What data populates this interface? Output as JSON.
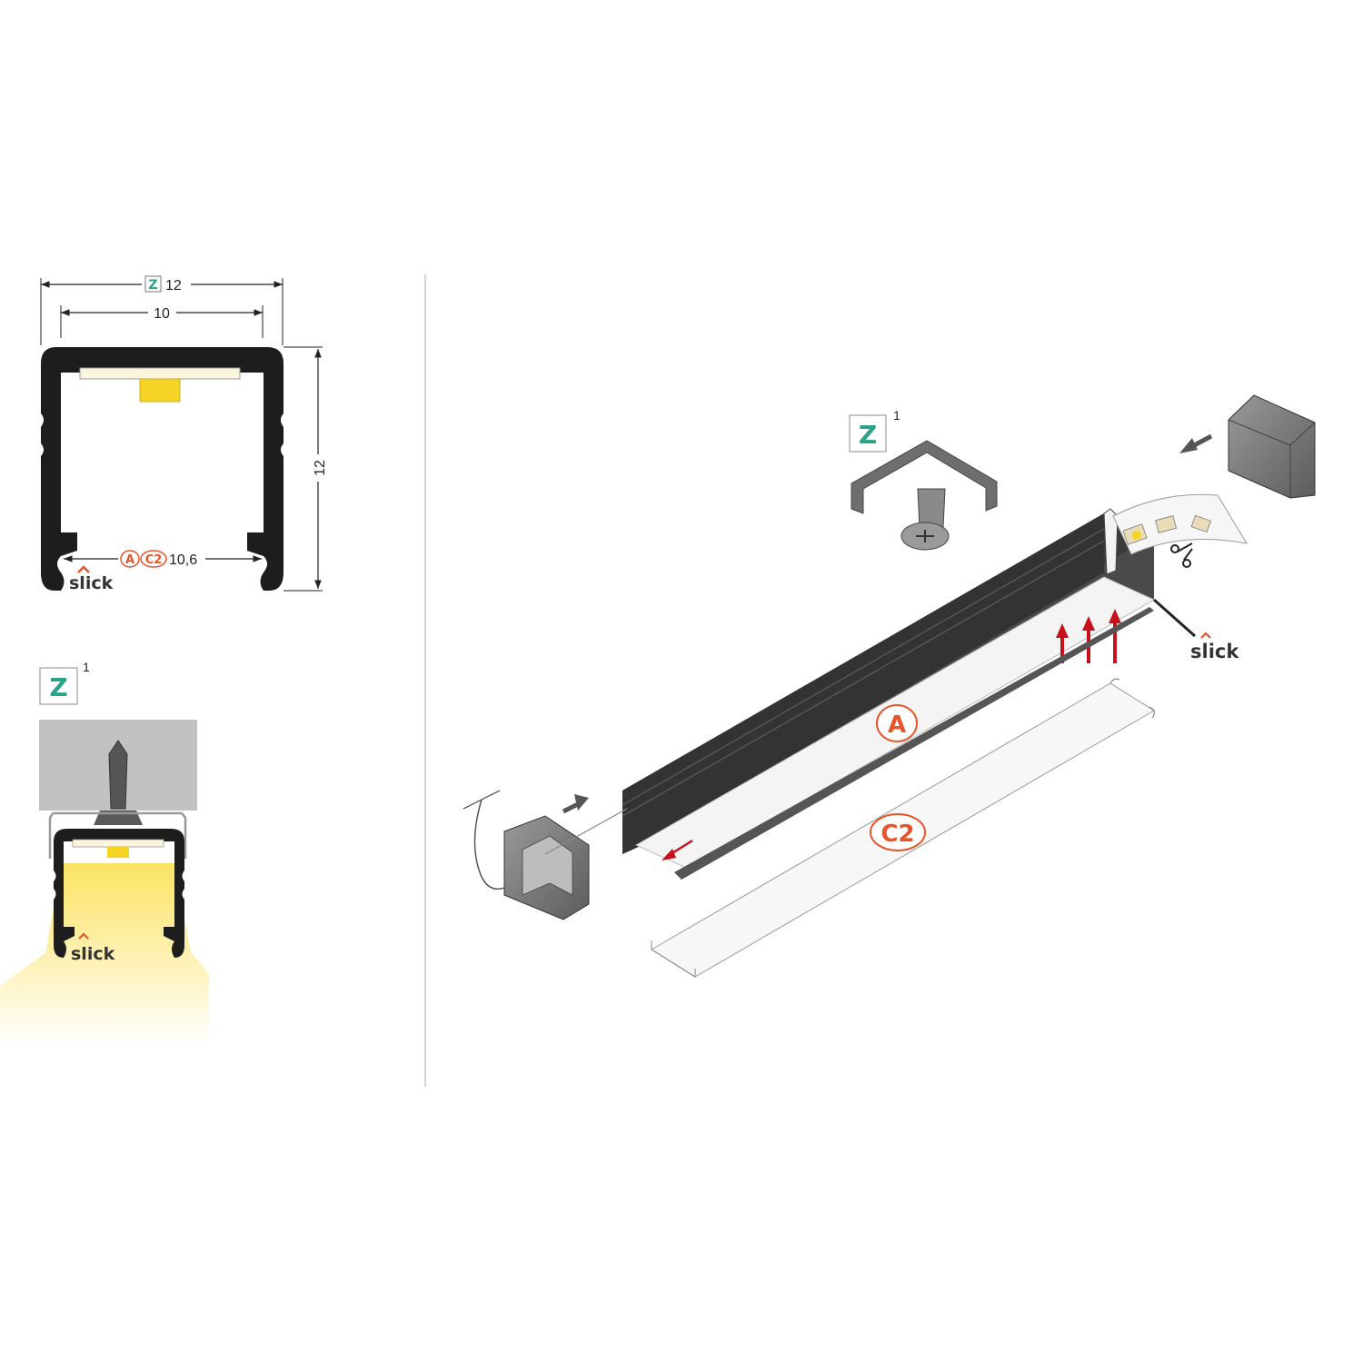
{
  "cross_section": {
    "outer_width_label": "12",
    "outer_width_tag": "Z",
    "inner_width_label": "10",
    "height_label": "12",
    "opening_tag_a": "A",
    "opening_tag_c": "C2",
    "opening_width_label": "10,6",
    "brand": "slick"
  },
  "mount_detail": {
    "clip_tag": "Z",
    "clip_qty": "1",
    "brand": "slick"
  },
  "exploded_view": {
    "clip_tag": "Z",
    "clip_qty": "1",
    "profile_tag": "A",
    "diffuser_tag": "C2",
    "brand": "slick"
  },
  "colors": {
    "profile": "#1d1d1d",
    "accent_tag": "#e8542a",
    "clip_tag": "#2aa388",
    "arrow_red": "#c8101c",
    "led": "#f5d426"
  }
}
